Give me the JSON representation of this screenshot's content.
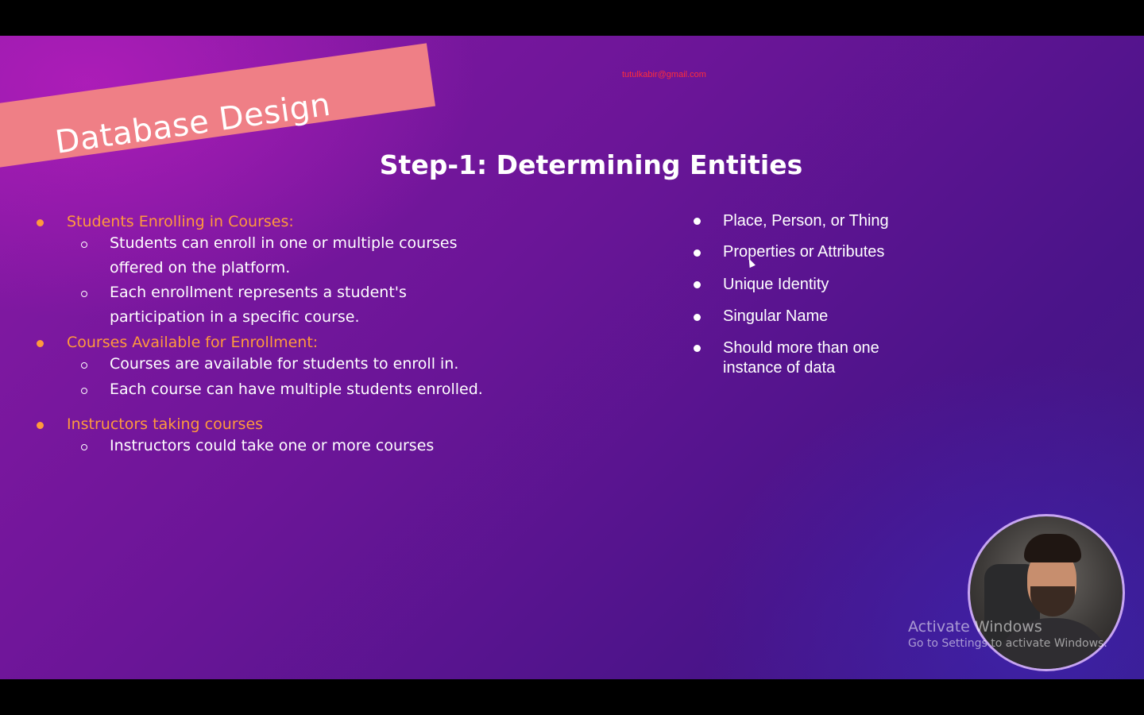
{
  "slide": {
    "banner_label": "Database Design",
    "email": "tutulkabir@gmail.com",
    "title": "Step-1: Determining Entities"
  },
  "left_list": [
    {
      "heading": "Students Enrolling in Courses:",
      "items": [
        [
          "Students can enroll in one or multiple courses",
          "offered on the platform."
        ],
        [
          "Each enrollment represents a student's",
          "participation in a specific course."
        ]
      ]
    },
    {
      "heading": "Courses Available for Enrollment:",
      "items": [
        [
          "Courses are available for students to enroll in."
        ],
        [
          "Each course can have multiple students enrolled."
        ]
      ]
    },
    {
      "heading": "Instructors taking courses",
      "items": [
        [
          "Instructors could take one or more courses"
        ]
      ]
    }
  ],
  "right_list": [
    [
      "Place, Person, or Thing"
    ],
    [
      "Properties or Attributes"
    ],
    [
      "Unique Identity"
    ],
    [
      "Singular Name"
    ],
    [
      "Should more than one",
      "instance of data"
    ]
  ],
  "watermark": {
    "line1": "Activate Windows",
    "line2": "Go to Settings to activate Windows."
  },
  "colors": {
    "background_start": "#8a1aa6",
    "background_end": "#3a1a86",
    "banner": "#ef7f86",
    "heading_orange": "#ff9a3c",
    "email_red": "#ff2d3a"
  },
  "icons": {
    "level1_bullet": "filled-circle-bullet",
    "level2_bullet": "hollow-circle-bullet",
    "cursor": "mouse-pointer-icon"
  }
}
